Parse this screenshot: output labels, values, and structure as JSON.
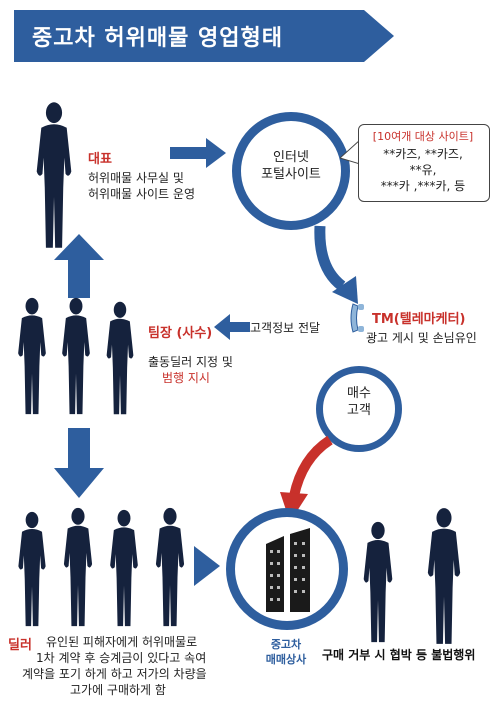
{
  "title": "중고차 허위매물 영업형태",
  "boss": {
    "label": "대표",
    "desc": [
      "허위매물 사무실 및",
      "허위매물 사이트 운영"
    ]
  },
  "portal": {
    "label": [
      "인터넷",
      "포털사이트"
    ]
  },
  "sites": {
    "header": "[10여개 대상 사이트]",
    "lines": [
      "**카즈, **카즈,",
      "**유,",
      "***카 ,***카, 등"
    ]
  },
  "tm": {
    "label": "TM(텔레마케터)",
    "desc": "광고 게시 및 손님유인"
  },
  "info_flow": "고객정보 전달",
  "leader": {
    "label": "팀장 (사수)",
    "desc1": "출동딜러 지정 및",
    "desc2": "범행 지시"
  },
  "buyer": {
    "label": [
      "매수",
      "고객"
    ]
  },
  "dealer": {
    "label": "딜러",
    "desc": [
      "유인된 피해자에게 허위매물로",
      "1차 계약 후 승계금이 있다고 속여",
      "계약을 포기 하게 하고 저가의 차량을",
      "고가에 구매하게 함"
    ]
  },
  "dealership": {
    "label": [
      "중고차",
      "매매상사"
    ]
  },
  "illegal": "구매 거부 시 협박 등 불법행위",
  "colors": {
    "navy": "#2e5e9e",
    "silhouette": "#15223d",
    "red": "#c8312b"
  }
}
